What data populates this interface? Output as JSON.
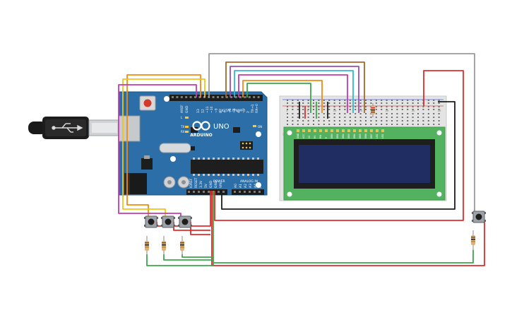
{
  "board": {
    "logo_text": "ARDUINO",
    "model": "UNO",
    "digital_label": "DIGITAL (PWM~)",
    "power_label": "POWER",
    "analog_label": "ANALOG IN",
    "on_label": "ON",
    "tx_label": "TX",
    "rx_label": "RX",
    "l_label": "L",
    "aref_label": "AREF",
    "gnd_label": "GND",
    "ioref_label": "IOREF",
    "reset_label": "RESET",
    "v33_label": "3.3V",
    "v5_label": "5V",
    "vin_label": "VIN",
    "digital_pins": [
      "13",
      "12",
      "~11",
      "~10",
      "~9",
      "8",
      "7",
      "~6",
      "~5",
      "4",
      "~3",
      "2",
      "TX→1",
      "RX←0"
    ],
    "analog_pins": [
      "A0",
      "A1",
      "A2",
      "A3",
      "A4",
      "A5"
    ]
  },
  "lcd": {
    "pin_labels": [
      "GND",
      "VCC",
      "V0",
      "RS",
      "RW",
      "E",
      "DB0",
      "DB1",
      "DB2",
      "DB3",
      "DB4",
      "DB5",
      "DB6",
      "DB7",
      "LED",
      "LED"
    ],
    "rows": [
      "",
      ""
    ]
  },
  "breadboard": {
    "col_labels": [
      "1",
      "5",
      "10",
      "15",
      "20",
      "25",
      "30"
    ],
    "row_labels": [
      "a",
      "b",
      "c",
      "d",
      "e",
      "f",
      "g",
      "h",
      "i",
      "j"
    ]
  },
  "colors": {
    "board": "#2b6ea8",
    "lcd_pcb": "#52b25f",
    "lcd_screen": "#1f2d63",
    "wire_red": "#e02b2b",
    "wire_black": "#1b1b1b",
    "wire_green": "#3aa84a",
    "wire_orange": "#f08a12",
    "wire_yellow": "#f0c419",
    "wire_brown": "#a6672a",
    "wire_purple": "#9b4db3",
    "wire_cyan": "#34b6d1",
    "wire_magenta": "#c23bb0",
    "wire_gray": "#9a9a9a"
  }
}
